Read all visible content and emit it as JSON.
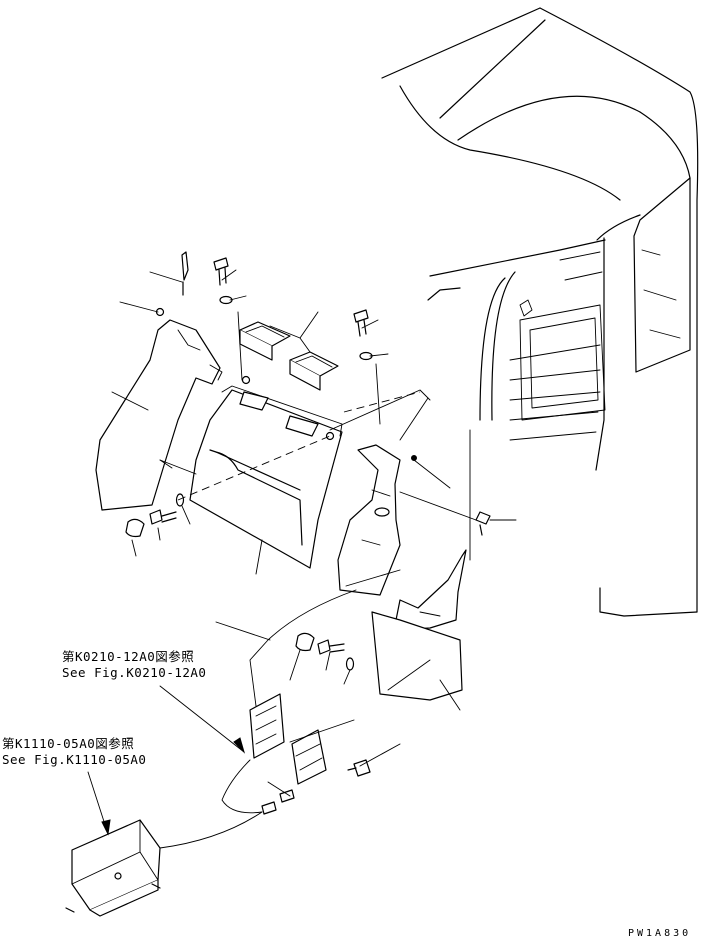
{
  "references": [
    {
      "jp": "第K0210-12A0図参照",
      "en": "See Fig.K0210-12A0"
    },
    {
      "jp": "第K1110-05A0図参照",
      "en": "See Fig.K1110-05A0"
    }
  ],
  "drawing_code": "PW1A830"
}
